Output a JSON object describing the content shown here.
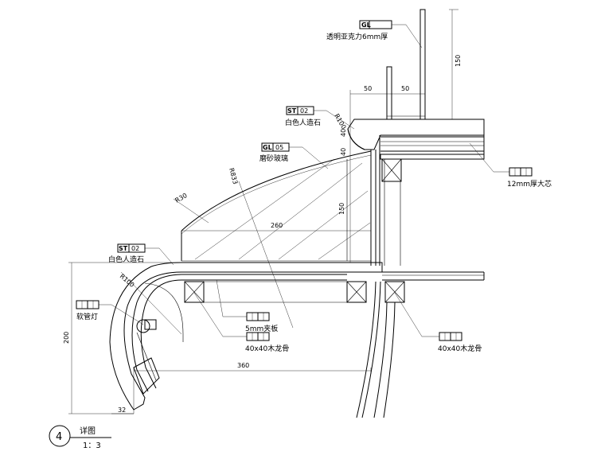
{
  "callouts": {
    "acrylic": {
      "code": "GL",
      "text": "透明亚克力6mm厚"
    },
    "stone_top": {
      "code": "ST",
      "num": "02",
      "text": "白色人造石"
    },
    "frosted_glass": {
      "code": "GL",
      "num": "05",
      "text": "磨砂玻璃"
    },
    "stone_main": {
      "code": "ST",
      "num": "02",
      "text": "白色人造石"
    },
    "blockboard": {
      "text": "12mm厚大芯"
    },
    "hose_light": {
      "text": "软管灯"
    },
    "plywood": {
      "text": "5mm夹板"
    },
    "keel_left": {
      "text": "40x40木龙骨"
    },
    "keel_right": {
      "text": "40x40木龙骨"
    }
  },
  "dimensions": {
    "d150_top": "150",
    "d50_a": "50",
    "d50_b": "50",
    "d40_a": "40",
    "d40_b": "40",
    "r100_top": "R100",
    "r833": "R833",
    "r30": "R30",
    "d150_mid": "150",
    "d260": "260",
    "r100_left": "R100",
    "d200": "200",
    "d360": "360",
    "d32": "32"
  },
  "title_block": {
    "number": "4",
    "title": "详图",
    "scale": "1：3"
  }
}
